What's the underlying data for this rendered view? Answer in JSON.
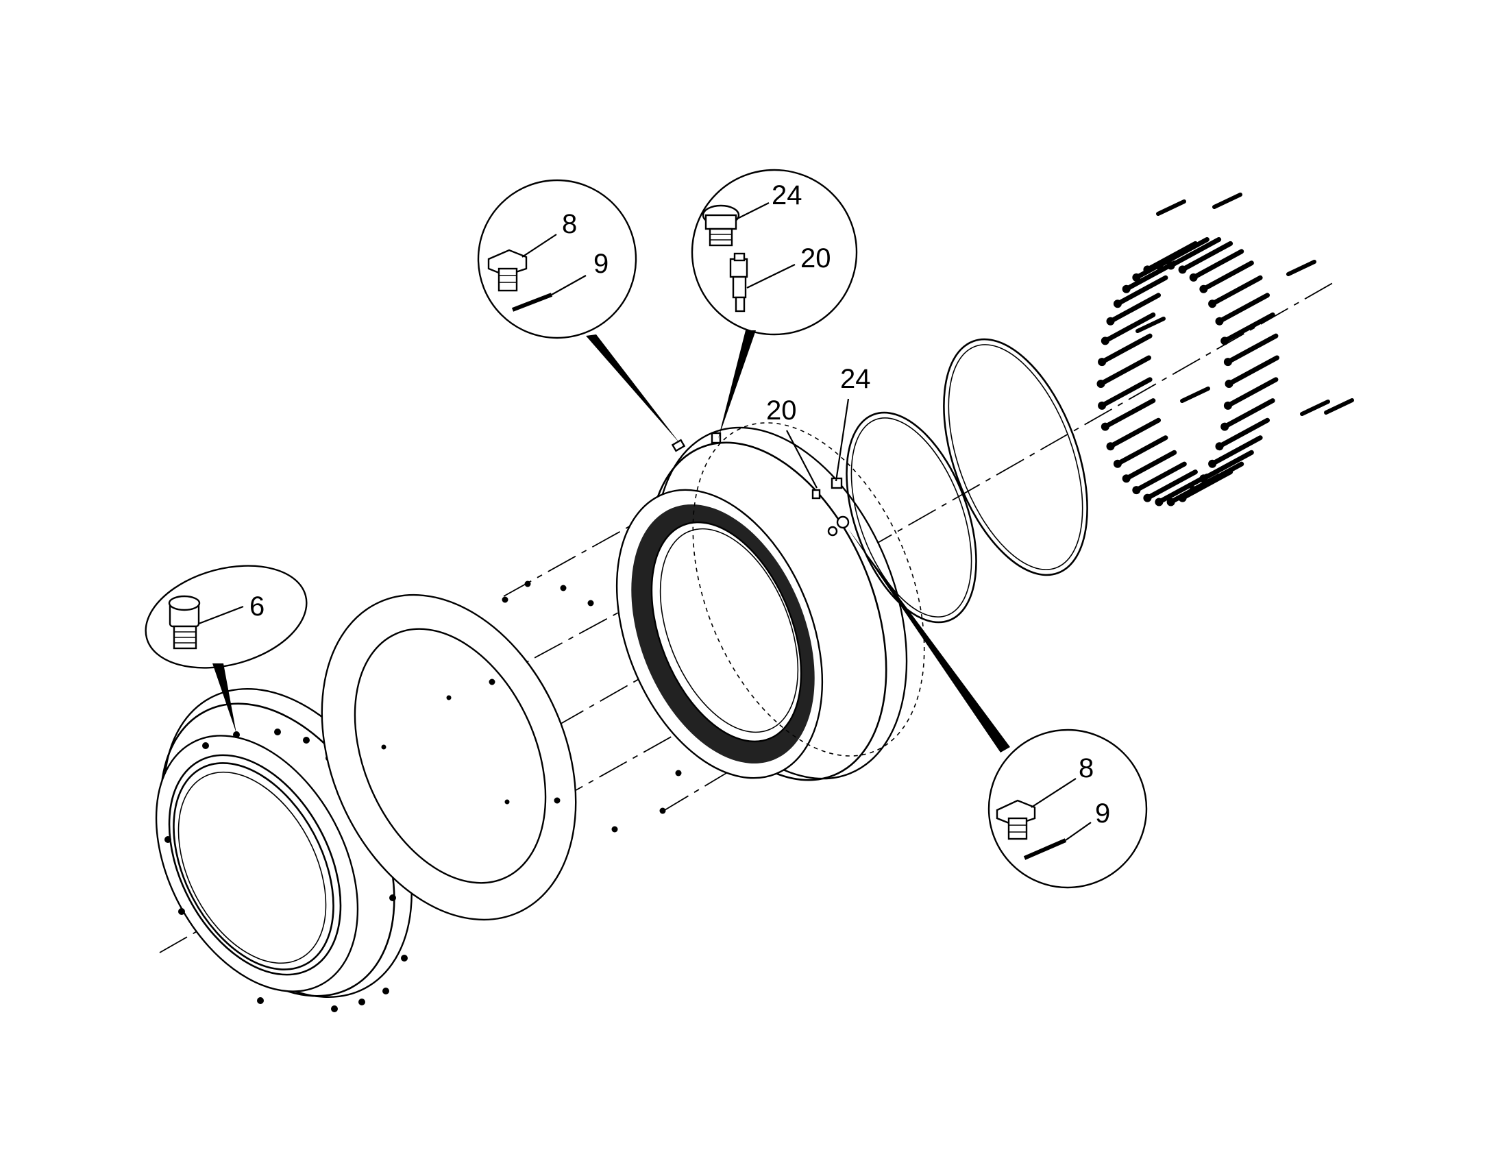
{
  "callouts": {
    "c6": "6",
    "c8_top": "8",
    "c9_top": "9",
    "c24_top": "24",
    "c20_top": "20",
    "c20_mid": "20",
    "c24_mid": "24",
    "c8_bottom": "8",
    "c9_bottom": "9"
  },
  "colors": {
    "line": "#000000",
    "background": "#ffffff"
  }
}
